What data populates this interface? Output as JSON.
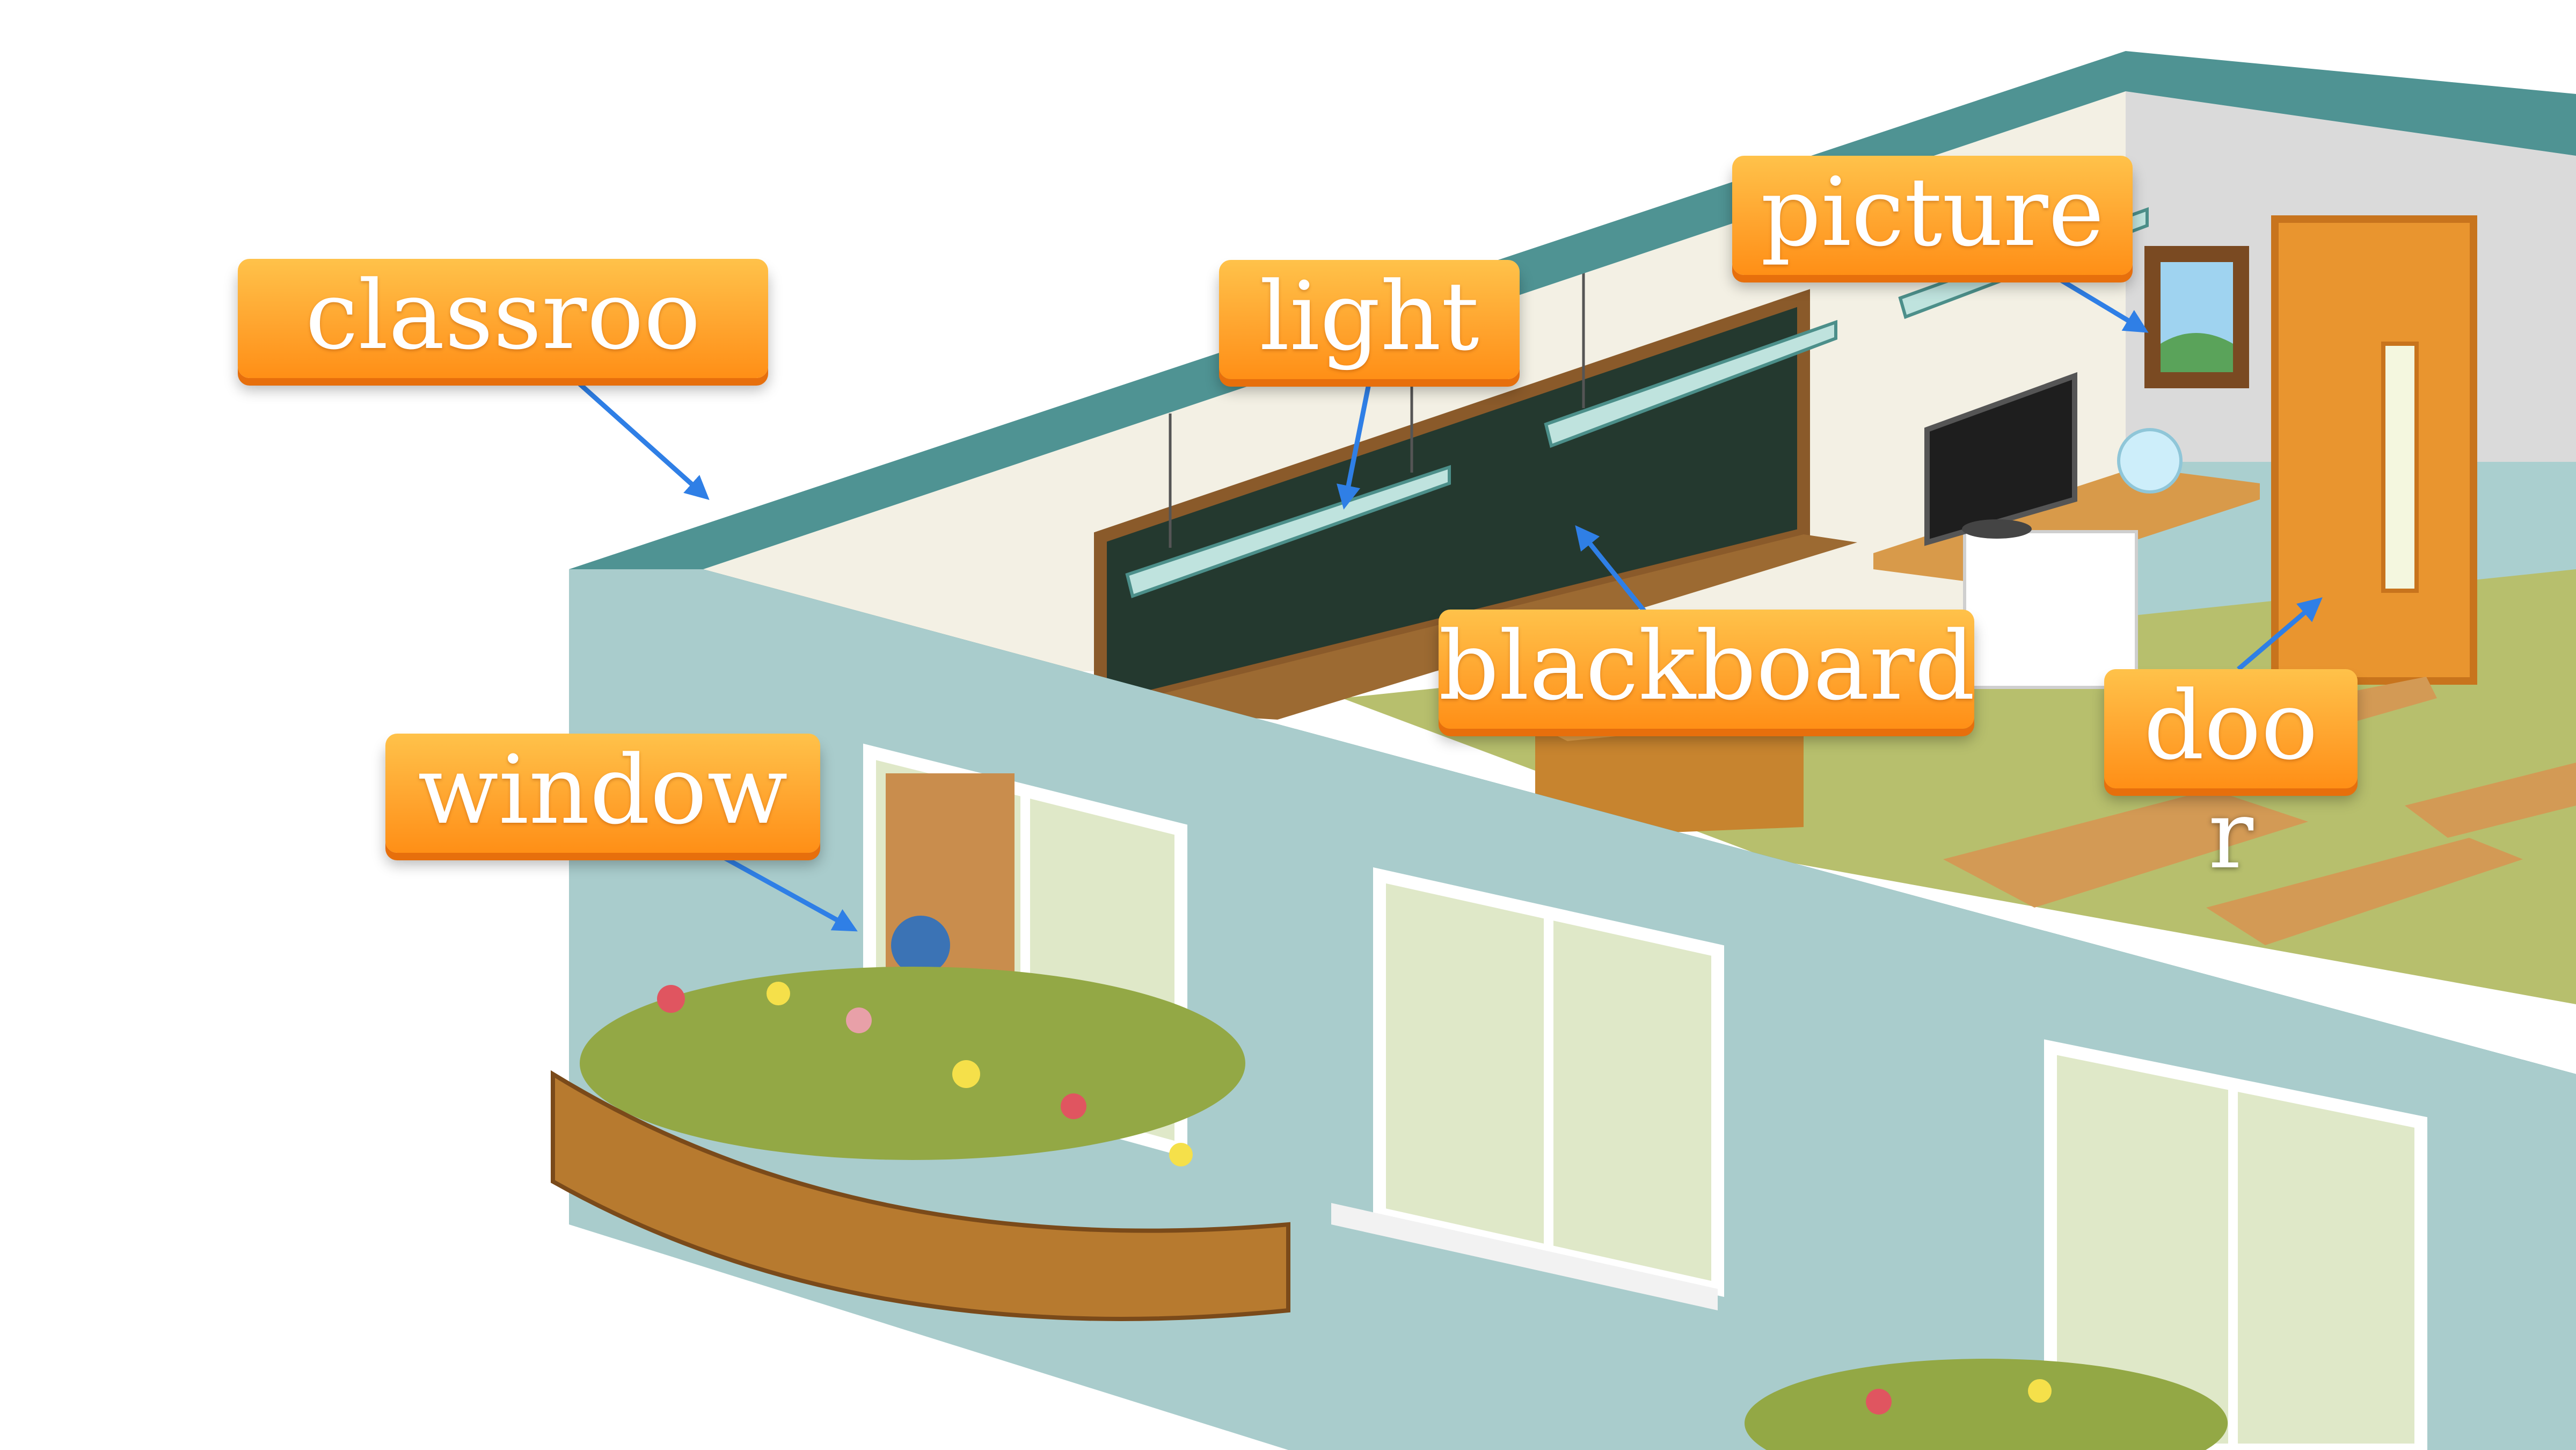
{
  "labels": {
    "classroom": "classroo",
    "light": "light",
    "picture": "picture",
    "blackboard": "blackboard",
    "window": "window",
    "door_line1": "doo",
    "door_line2": "r"
  },
  "colors": {
    "label_orange": "#ffa52f",
    "arrow_blue": "#2f7fe6",
    "wall_teal": "#a9cccc",
    "roof_edge": "#4f9393",
    "blackboard": "#24392f",
    "floor": "#b7bf6d",
    "door_orange": "#e9952f"
  }
}
